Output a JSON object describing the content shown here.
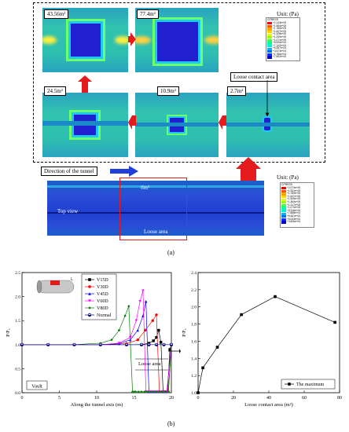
{
  "figure_a": {
    "unit_label_top": "Unit: (Pa)",
    "unit_label_bottom": "Unit: (Pa)",
    "panel_labels": [
      "43.56m²",
      "77.4m²",
      "24.5m²",
      "10.9m²",
      "2.7m²"
    ],
    "loose_contact_label": "Loose contact area",
    "direction_label": "Direction of the tunnel",
    "zero_area_label": "0m²",
    "top_view_label": "Top view",
    "loose_area_label": "Loose area",
    "legend_title": "CPRESS",
    "legend_values_top": [
      "+2.143e+05",
      "+1.964e+05",
      "+1.785e+05",
      "+1.607e+05",
      "+1.428e+05",
      "+1.250e+05",
      "+1.071e+05",
      "+8.926e+04",
      "+7.142e+04",
      "+5.357e+04",
      "+3.573e+04",
      "+1.786e+04",
      "+7.552e+00"
    ],
    "legend_values_bottom": [
      "+2.073e+05",
      "+1.931e+05",
      "+1.789e+05",
      "+1.647e+05",
      "+1.505e+05",
      "+1.360e+05",
      "+1.217e+05",
      "+1.074e+05",
      "+9.316e+04",
      "+7.888e+04",
      "+6.461e+04",
      "+5.033e+04",
      "+3.606e+04"
    ],
    "legend_colors": [
      "#ff0000",
      "#ff5a00",
      "#ffa500",
      "#ffd700",
      "#e0ff00",
      "#9cff00",
      "#40ff40",
      "#00ffa0",
      "#00f0e0",
      "#00b4ff",
      "#0070ff",
      "#0030ff",
      "#0000c8"
    ],
    "caption": "(a)"
  },
  "figure_b": {
    "caption": "(b)",
    "vault_label": "Vault",
    "loose_area_label": "Loose area",
    "inset_letter": "L"
  },
  "chart_data": [
    {
      "type": "line",
      "xlabel": "Along the tunnel axis (m)",
      "ylabel": "P/P₀",
      "xlim": [
        0,
        20
      ],
      "ylim": [
        0.0,
        2.5
      ],
      "xticks": [
        "0",
        "5",
        "10",
        "15",
        "20"
      ],
      "yticks": [
        "0.0",
        "0.5",
        "1.0",
        "1.5",
        "2.0",
        "2.5"
      ],
      "series": [
        {
          "name": "V15D",
          "color": "#000000",
          "marker": "square",
          "x": [
            0,
            3.5,
            7,
            10.5,
            14,
            16,
            17,
            17.6,
            18,
            18.3,
            18.6,
            18.9,
            19.2,
            19.5,
            19.8,
            20
          ],
          "y": [
            1.0,
            1.0,
            1.0,
            1.0,
            1.0,
            1.0,
            1.03,
            1.08,
            1.15,
            1.3,
            1.05,
            0.02,
            0.02,
            0.02,
            0.9,
            1.0
          ]
        },
        {
          "name": "V30D",
          "color": "#ff0000",
          "marker": "circle",
          "x": [
            0,
            3.5,
            7,
            10.5,
            14,
            15.5,
            16.5,
            17.5,
            18,
            18.4,
            18.8,
            19.2,
            19.6,
            20
          ],
          "y": [
            1.0,
            1.0,
            1.0,
            1.0,
            1.02,
            1.1,
            1.3,
            1.5,
            1.62,
            0.02,
            0.02,
            0.02,
            0.02,
            1.0
          ]
        },
        {
          "name": "V45D",
          "color": "#0000ff",
          "marker": "triangle-up",
          "x": [
            0,
            3.5,
            7,
            10.5,
            13,
            14.5,
            15.5,
            16.2,
            16.6,
            17,
            17.4,
            17.8,
            18.2,
            18.6,
            19,
            19.4,
            20
          ],
          "y": [
            1.0,
            1.0,
            1.0,
            1.0,
            1.02,
            1.1,
            1.3,
            1.6,
            1.9,
            0.02,
            0.02,
            0.02,
            0.02,
            0.02,
            0.02,
            0.02,
            1.0
          ]
        },
        {
          "name": "V60D",
          "color": "#ff00ff",
          "marker": "triangle-down",
          "x": [
            0,
            3.5,
            7,
            10.5,
            13,
            14.5,
            15.3,
            15.8,
            16.2,
            16.6,
            17,
            17.4,
            17.8,
            18.2,
            18.6,
            19,
            19.4,
            20
          ],
          "y": [
            1.0,
            1.0,
            1.0,
            1.0,
            1.03,
            1.15,
            1.5,
            1.9,
            2.12,
            0.02,
            0.02,
            0.02,
            0.02,
            0.02,
            0.02,
            0.02,
            0.02,
            1.0
          ]
        },
        {
          "name": "V80D",
          "color": "#008000",
          "marker": "diamond",
          "x": [
            0,
            3.5,
            7,
            10.5,
            12,
            13,
            13.8,
            14.3,
            14.8,
            15.2,
            15.6,
            16,
            16.4,
            16.8,
            17.2,
            17.6,
            18,
            18.4,
            18.8,
            19.2,
            19.6,
            20
          ],
          "y": [
            1.0,
            1.0,
            1.0,
            1.03,
            1.1,
            1.3,
            1.6,
            1.8,
            0.02,
            0.02,
            0.02,
            0.02,
            0.02,
            0.02,
            0.02,
            0.02,
            0.02,
            0.02,
            0.02,
            0.02,
            0.02,
            1.0
          ]
        },
        {
          "name": "Normal",
          "color": "#000080",
          "marker": "circle-half",
          "x": [
            0,
            3.5,
            7,
            10.5,
            14,
            16,
            17,
            18,
            19,
            20
          ],
          "y": [
            1.0,
            1.0,
            1.0,
            1.0,
            1.0,
            1.0,
            1.0,
            1.0,
            1.0,
            1.0
          ]
        }
      ]
    },
    {
      "type": "line",
      "xlabel": "Loose contact area (m²)",
      "ylabel": "P/P₀",
      "xlim": [
        0,
        80
      ],
      "ylim": [
        1.0,
        2.4
      ],
      "xticks": [
        "0",
        "20",
        "40",
        "60",
        "80"
      ],
      "yticks": [
        "1.0",
        "1.2",
        "1.4",
        "1.6",
        "1.8",
        "2.0",
        "2.2",
        "2.4"
      ],
      "series": [
        {
          "name": "The maximum",
          "color": "#000000",
          "marker": "square",
          "x": [
            0,
            2.7,
            10.9,
            24.5,
            43.56,
            77.4
          ],
          "y": [
            1.0,
            1.29,
            1.53,
            1.91,
            2.12,
            1.82
          ]
        }
      ]
    }
  ]
}
